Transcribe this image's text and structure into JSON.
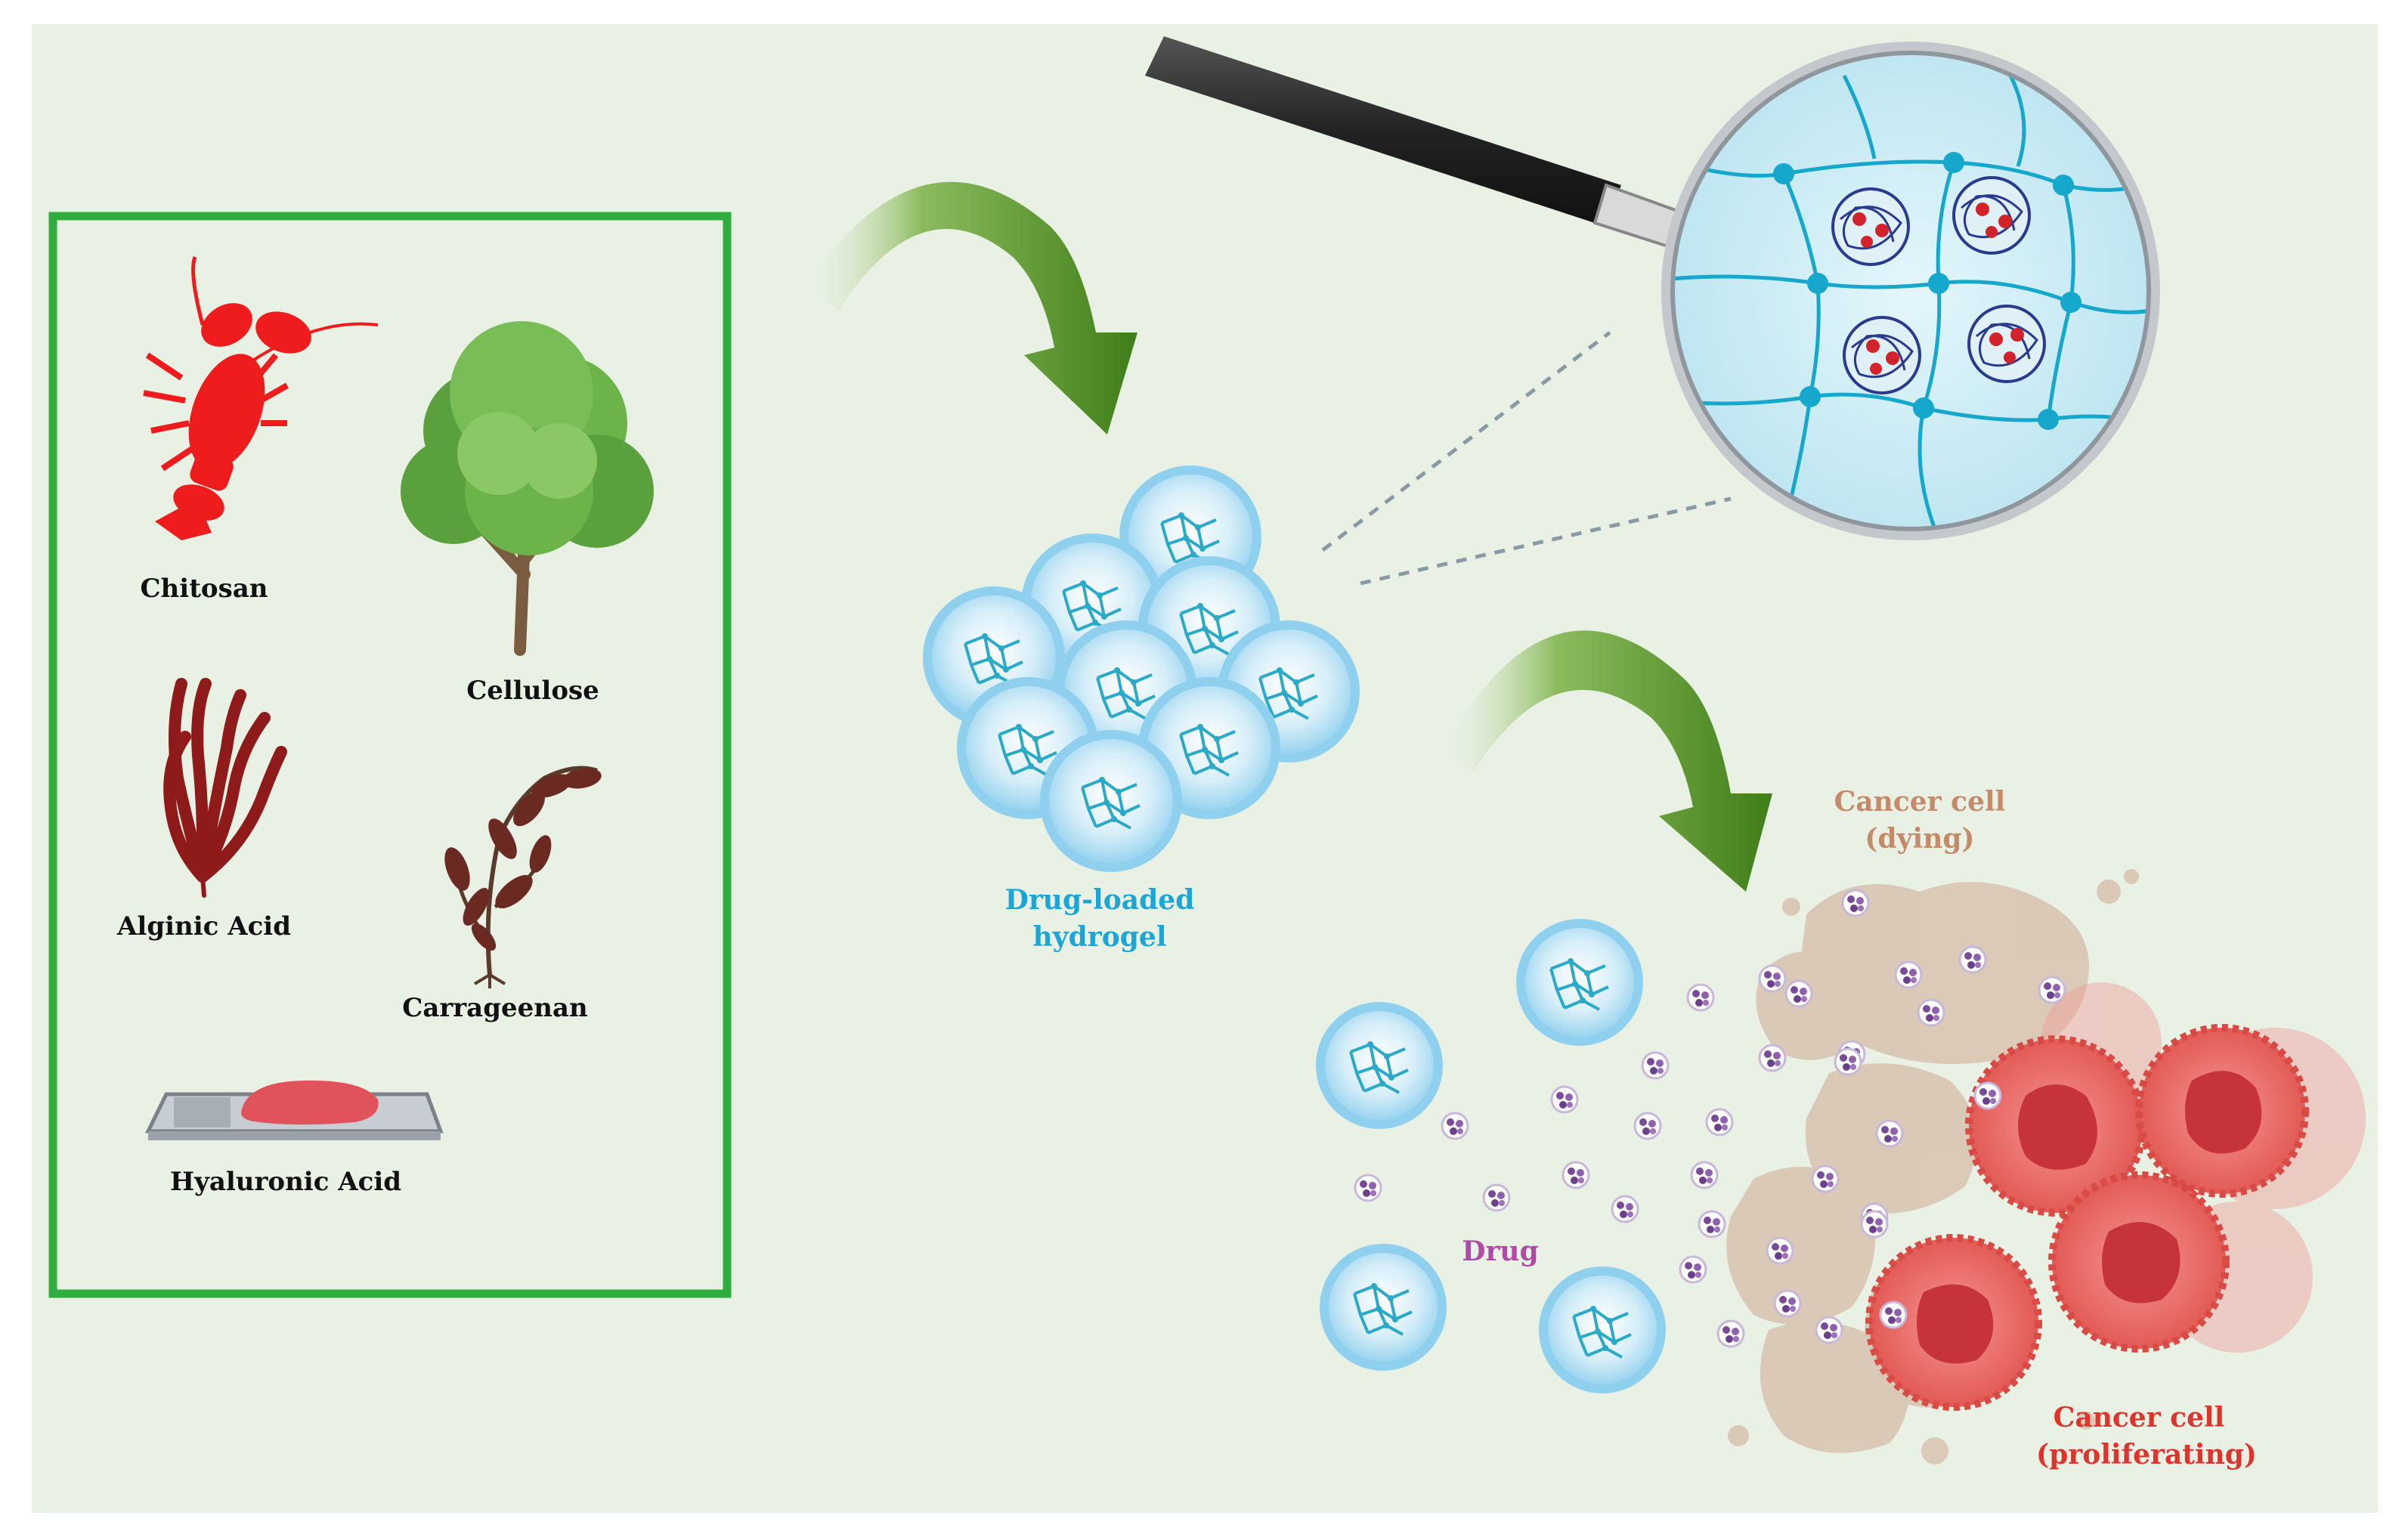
{
  "labels": {
    "chitosan": "Chitosan",
    "cellulose": "Cellulose",
    "alginic_acid": "Alginic Acid",
    "carrageenan": "Carrageenan",
    "hyaluronic_acid": "Hyaluronic Acid",
    "hydrogel_line1": "Drug-loaded",
    "hydrogel_line2": "hydrogel",
    "drug": "Drug",
    "dying_line1": "Cancer cell",
    "dying_line2": "(dying)",
    "prolif_line1": "Cancer cell",
    "prolif_line2": "(proliferating)"
  },
  "colors": {
    "background": "#e9f1e5",
    "frame": "#2fae3d",
    "arrow": "#4b8c1c",
    "hydrogel": "#8fd0ef",
    "network": "#1fa7c8",
    "drug": "#8a5aa6",
    "hydrogel_text": "#1aa6d6",
    "drug_text": "#b14aa6",
    "dying_text": "#c48a6a",
    "prolif_text": "#e0332c",
    "lobster": "#ee1c1c"
  },
  "icons": [
    "lobster-icon",
    "tree-icon",
    "kelp-icon",
    "seaweed-icon",
    "tissue-slide-icon",
    "magnifier-icon",
    "hydrogel-cluster",
    "drug-particle",
    "cancer-cell"
  ]
}
